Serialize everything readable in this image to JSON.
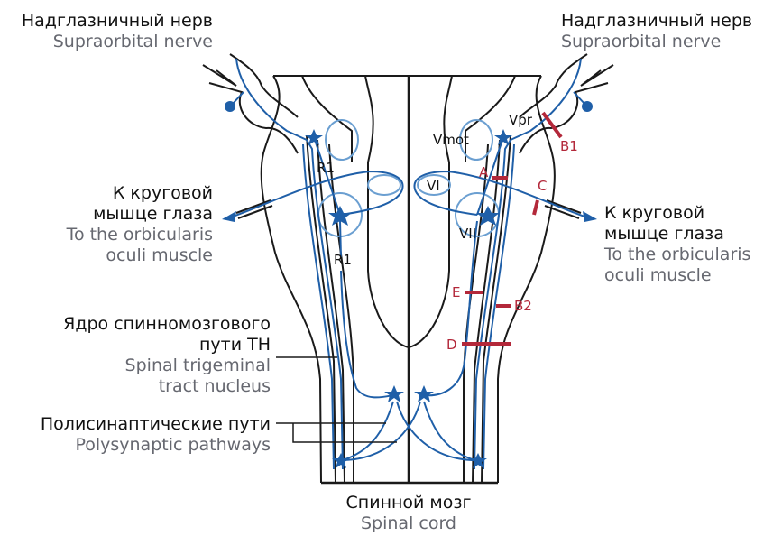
{
  "labels": {
    "supraorbital_left": {
      "ru": "Надглазничный нерв",
      "en": "Supraorbital nerve"
    },
    "supraorbital_right": {
      "ru": "Надглазничный нерв",
      "en": "Supraorbital nerve"
    },
    "orbicularis_left": {
      "ru_1": "К круговой",
      "ru_2": "мышце глаза",
      "en_1": "To the orbicularis",
      "en_2": "oculi muscle"
    },
    "orbicularis_right": {
      "ru_1": "К круговой",
      "ru_2": "мышце глаза",
      "en_1": "To the orbicularis",
      "en_2": "oculi muscle"
    },
    "spinal_trigeminal": {
      "ru_1": "Ядро спинномозгового",
      "ru_2": "пути ТН",
      "en_1": "Spinal trigeminal",
      "en_2": "tract nucleus"
    },
    "polysynaptic": {
      "ru": "Полисинаптические пути",
      "en": "Polysynaptic pathways"
    },
    "spinal_cord": {
      "ru": "Спинной мозг",
      "en": "Spinal cord"
    }
  },
  "nuclei": {
    "vmot": "Vmot",
    "vpr": "Vpr",
    "vi": "VI",
    "vii": "VII",
    "r1_upper": "R1",
    "r1_lower": "R1"
  },
  "lesions": {
    "a": "A",
    "b1": "B1",
    "b2": "B2",
    "c": "C",
    "d": "D",
    "e": "E"
  },
  "colors": {
    "nerve_blue": "#1f5fa8",
    "nucleus_outline": "#6b9fd1",
    "lesion_red": "#b3283a",
    "outline_black": "#1a1a1a"
  }
}
